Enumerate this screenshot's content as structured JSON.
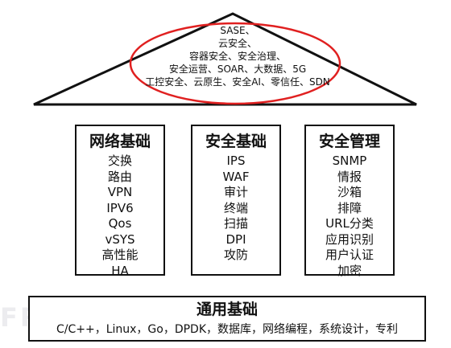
{
  "roof": {
    "lines": [
      "SASE、",
      "云安全、",
      "容器安全、安全治理、",
      "安全运营、SOAR、大数据、5G",
      "工控安全、云原生、安全AI、零信任、SDN"
    ],
    "highlight_color": "#e02020"
  },
  "columns": [
    {
      "title": "网络基础",
      "items": [
        "交换",
        "路由",
        "VPN",
        "IPV6",
        "Qos",
        "vSYS",
        "高性能",
        "HA"
      ]
    },
    {
      "title": "安全基础",
      "items": [
        "IPS",
        "WAF",
        "审计",
        "终端",
        "扫描",
        "DPI",
        "攻防"
      ]
    },
    {
      "title": "安全管理",
      "items": [
        "SNMP",
        "情报",
        "沙箱",
        "排障",
        "URL分类",
        "应用识别",
        "用户认证",
        "加密"
      ]
    }
  ],
  "base": {
    "title": "通用基础",
    "items": "C/C++，Linux，Go，DPDK，数据库，网络编程，系统设计，专利"
  },
  "watermark": "FREEBUF"
}
